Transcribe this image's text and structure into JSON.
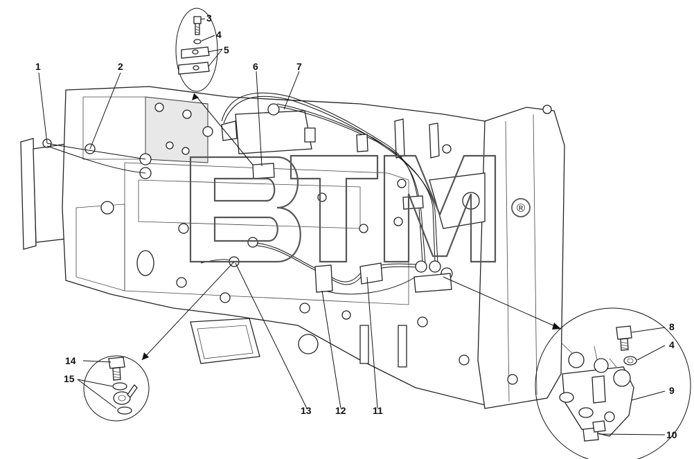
{
  "diagram": {
    "callouts": [
      "1",
      "2",
      "3",
      "4",
      "5",
      "6",
      "7",
      "8",
      "4",
      "9",
      "10",
      "11",
      "12",
      "13",
      "14",
      "15"
    ],
    "watermark": {
      "text": "BTM",
      "registered": "®"
    }
  }
}
